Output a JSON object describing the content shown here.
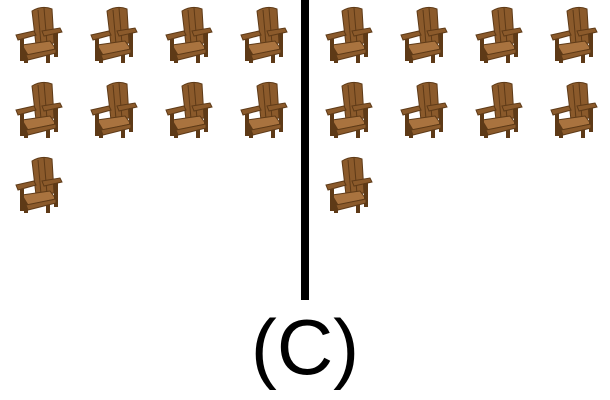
{
  "figure": {
    "caption": "(C)",
    "item_icon": "adirondack-chair-icon",
    "item_color": "#8B5A2B",
    "groups": [
      {
        "name": "left",
        "count": 9
      },
      {
        "name": "right",
        "count": 9
      }
    ]
  }
}
